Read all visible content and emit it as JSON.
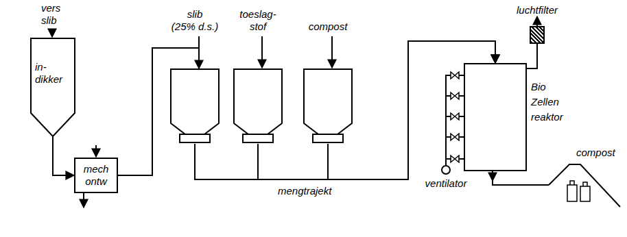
{
  "diagram": {
    "nodes": [
      {
        "text": [
          "in- dikker"
        ]
      },
      {
        "text": [
          "mech ontw"
        ]
      },
      {
        "text": [
          "slib",
          "(25% d.s.)"
        ]
      },
      {
        "text": [
          "toeslag- stof"
        ]
      },
      {
        "text": [
          "compost"
        ]
      },
      {
        "text": [
          "Bio Zellen reaktor"
        ]
      },
      {
        "text": [
          "luchtfilter"
        ]
      },
      {
        "text": [
          "ventilator"
        ]
      }
    ],
    "edges": [
      {
        "from": 0,
        "to": 1,
        "arrow": "to"
      },
      {
        "from": 1,
        "to": 2,
        "arrow": "to"
      },
      {
        "from": 2,
        "to": 5,
        "arrow": "to"
      },
      {
        "from": 3,
        "to": 5,
        "arrow": "to"
      },
      {
        "from": 4,
        "to": 5,
        "arrow": "to"
      },
      {
        "from": 5,
        "to": 6,
        "arrow": "none"
      },
      {
        "from": 7,
        "to": 5,
        "arrow": "none"
      }
    ],
    "labels": [
      "vers slib",
      "mengtrajekt",
      "compost"
    ]
  }
}
